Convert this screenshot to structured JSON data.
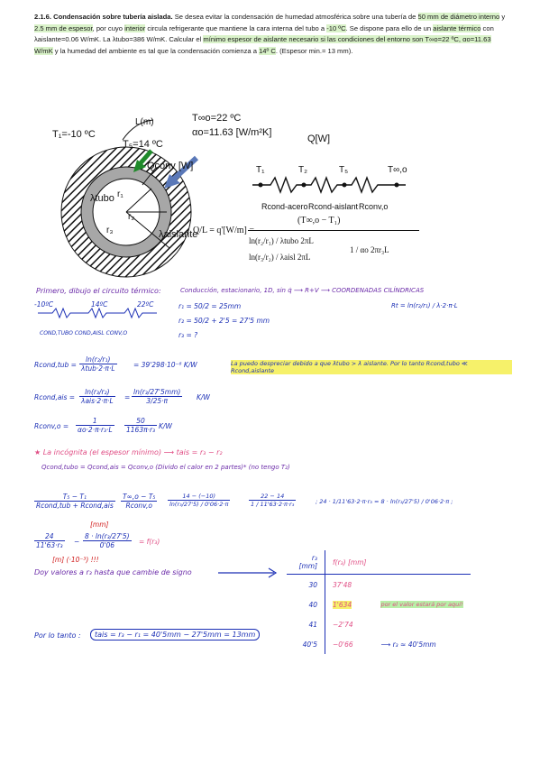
{
  "problem": {
    "title": "2.1.6. Condensación sobre tubería aislada.",
    "p1": " Se desea evitar la condensación de humedad atmosférica sobre una tubería de ",
    "hl_diam": "50 mm de diámetro interno",
    "p2": " y ",
    "hl_esp": "2.5 mm de espesor",
    "p3": ", por cuyo ",
    "hl_int": "interior",
    "p4": " circula refrigerante que mantiene la cara interna del tubo a ",
    "hl_temp": "-10 ºC",
    "p5": ". Se dispone para ello de un ",
    "hl_ais": "aislante térmico",
    "p6": " con λaislante=0.06 W/mK. La λtubo=386 W/mK. Calcular el ",
    "hl_min": "mínimo espesor de aislante necesario si las condiciones del entorno son T∞o=22 ºC, αo=11.63 W/mK",
    "p7": " y la humedad del ambiente es tal que la condensación comienza a ",
    "hl_cond": "14º C",
    "p8": ". (Espesor min.= 13 mm)."
  },
  "diagram": {
    "t1": "T₁=-10 ºC",
    "l": "L(m)",
    "tinf": "T∞o=22 ºC",
    "alpha": "αo=11.63 [W/m²K]",
    "t5": "T₅=14 ºC",
    "qconv": "Qconv [W]",
    "q": "Q[W]",
    "ltubo": "λtubo",
    "r1": "r₁",
    "r2": "r₂",
    "r3": "r₃",
    "lais": "λaislante"
  },
  "circuit": {
    "nodes": [
      "T₁",
      "T₂",
      "T₅",
      "T∞,o"
    ],
    "resistors": [
      "Rcond-acero",
      "Rcond-aislant",
      "Rconv,o"
    ]
  },
  "formula": {
    "lhs": "Q/L = q'[W/m] =",
    "num": "(T∞,o − T₁)",
    "d1": "ln(r₂/r₁) / λtubo 2πL",
    "d2": "ln(r₃/r₂) / λaisl 2πL",
    "d3": "1 / αo 2πr₃L"
  },
  "notes": {
    "step1": "Primero, dibujo el circuito térmico:",
    "c_t_left": "-10ºC",
    "c_14": "14ºC",
    "c_22": "22ºC",
    "c_labels": "COND,TUBO   COND,AISL   CONV,O",
    "cond_head": "Conducción, estacionario, 1D, sin q̇ ⟶ R+V ⟶ COORDENADAS CILÍNDRICAS",
    "rt": "Rt = ln(r₂/r₁) / λ·2·π·L",
    "r1": "r₁ = 50/2 = 25mm",
    "r2": "r₂ = 50/2 + 2'5 = 27'5 mm",
    "r3": "r₃ = ?",
    "rcondtub_lhs": "Rcond,tub =",
    "rcondtub_num": "ln(r₂/r₁)",
    "rcondtub_den": "λtub·2·π·L",
    "rcondtub_val": "= 39'298·10⁻⁶ K/W",
    "note_yellow": "La puedo despreciar debido a que λtubo > λ aislante. Por lo tanto Rcond,tubo ≪ Rcond,aislante",
    "rcondais_lhs": "Rcond,ais =",
    "rcondais_num": "ln(r₃/r₂)",
    "rcondais_den": "λais·2·π·L",
    "rcondais_eq": "=",
    "rcondais_num2": "ln(r₃/27'5mm)",
    "rcondais_den2": "3/25·π",
    "rcondais_unit": "K/W",
    "rconv_lhs": "Rconv,o =",
    "rconv_num": "1",
    "rconv_den": "αo·2·π·r₃·L",
    "rconv_num2": "50",
    "rconv_den2": "1163π·r₃",
    "rconv_unit": "K/W",
    "incog": "★ La incógnita (el espesor mínimo) ⟶ tais = r₃ − r₂",
    "qeq": "Qcond,tubo = Qcond,ais = Qconv,o   (Divido el calor en 2 partes)* (no tengo T₂)",
    "eq_a_num": "T₅ − T₁",
    "eq_a_den": "Rcond,tub + Rcond,ais",
    "eq_b_num": "T∞,o − T₅",
    "eq_b_den": "Rconv,o",
    "eq_c_num": "14 − (−10)",
    "eq_c_den": "ln(r₃/27'5)  /  0'06·2·π",
    "eq_d_num": "22 − 14",
    "eq_d_den": "1 / 11'63·2·π·r₃",
    "eq_e": "; 24 ·  1/11'63·2·π·r₃  = 8 · ln(r₃/27'5) / 0'06·2·π ;",
    "mm_label": "[mm]",
    "f_num": "24",
    "f_den": "11'63·r₃",
    "f_mid": "−",
    "f_num2": "8 · ln(r₃/27'5)",
    "f_den2": "0'06",
    "f_res": "= f(r₃)",
    "m_note": "[m] (·10⁻³) !!!",
    "doy": "Doy valores a r₃ hasta que cambie de signo",
    "fin_lhs": "Por lo tanto :",
    "fin": "tais = r₃ − r₁ = 40'5mm − 27'5mm = 13mm"
  },
  "table": {
    "h1": "r₃ [mm]",
    "h2": "f(r₃) [mm]",
    "rows": [
      {
        "r": "30",
        "f": "37'48",
        "note": ""
      },
      {
        "r": "40",
        "f": "1'634",
        "note": "por el valor estará por aquí!"
      },
      {
        "r": "41",
        "f": "−2'74",
        "note": ""
      },
      {
        "r": "40'5",
        "f": "−0'66",
        "note": "⟶ r₃ ≈ 40'5mm"
      }
    ]
  },
  "colors": {
    "ink_blue": "#1b2fb5",
    "ink_purple": "#6a2aa8",
    "ink_red": "#d12020",
    "ink_pink": "#e04d84",
    "hl_green": "#d9f2c9",
    "hl_yellow": "#f6f16a"
  }
}
